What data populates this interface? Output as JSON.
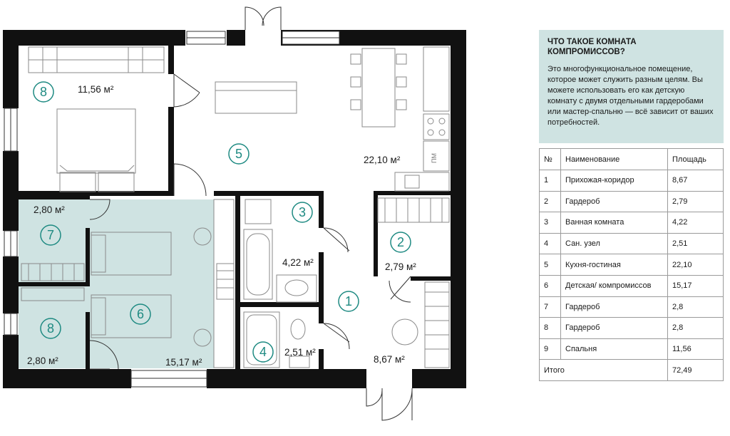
{
  "info": {
    "title_line1": "ЧТО ТАКОЕ КОМНАТА",
    "title_line2": "КОМПРОМИССОВ?",
    "text": "Это многофункциональное помещение, которое может служить разным целям. Вы можете использовать его как детскую комнату с двумя отдельными гардеробами или мастер-спальню — всё зависит от ваших потребностей."
  },
  "table": {
    "headers": [
      "№",
      "Наименование",
      "Площадь"
    ],
    "rows": [
      [
        "1",
        "Прихожая-коридор",
        "8,67"
      ],
      [
        "2",
        "Гардероб",
        "2,79"
      ],
      [
        "3",
        "Ванная комната",
        "4,22"
      ],
      [
        "4",
        "Сан. узел",
        "2,51"
      ],
      [
        "5",
        "Кухня-гостиная",
        "22,10"
      ],
      [
        "6",
        "Детская/ компромиссов",
        "15,17"
      ],
      [
        "7",
        "Гардероб",
        "2,8"
      ],
      [
        "8",
        "Гардероб",
        "2,8"
      ],
      [
        "9",
        "Спальня",
        "11,56"
      ]
    ],
    "total_label": "Итого",
    "total_value": "72,49"
  },
  "plan": {
    "accent_color": "#1e8a82",
    "highlight_color": "#cfe3e2",
    "fridge_label": "ПМ",
    "rooms": [
      {
        "num": "8",
        "area": "11,56 м²"
      },
      {
        "num": "5",
        "area": "22,10 м²"
      },
      {
        "num": "3",
        "area": "4,22 м²"
      },
      {
        "num": "2",
        "area": "2,79 м²"
      },
      {
        "num": "7",
        "area": "2,80 м²"
      },
      {
        "num": "6",
        "area": "15,17 м²"
      },
      {
        "num": "1",
        "area": "8,67 м²"
      },
      {
        "num": "8",
        "area": "2,80 м²"
      },
      {
        "num": "4",
        "area": "2,51 м²"
      }
    ]
  }
}
